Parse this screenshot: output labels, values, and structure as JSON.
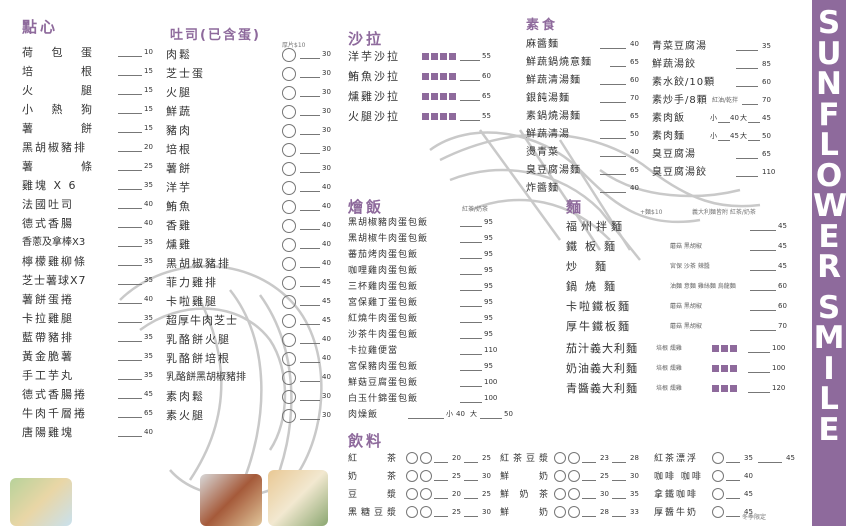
{
  "brand": {
    "vertical_title": "SUNFLOWER SMILE"
  },
  "colors": {
    "accent": "#8e6a9c",
    "band": "#8e6a9c",
    "text": "#333333"
  },
  "sections": {
    "snacks": {
      "heading": "點心",
      "items": [
        {
          "name": "荷包蛋",
          "price": "10"
        },
        {
          "name": "培根",
          "price": "15"
        },
        {
          "name": "火腿",
          "price": "15"
        },
        {
          "name": "小熱狗",
          "price": "15"
        },
        {
          "name": "薯餅",
          "price": "15"
        },
        {
          "name": "黑胡椒豬排",
          "price": "20"
        },
        {
          "name": "薯條",
          "price": "25"
        },
        {
          "name": "雞塊 X 6",
          "price": "35"
        },
        {
          "name": "法國吐司",
          "price": "40"
        },
        {
          "name": "德式香腸",
          "price": "40"
        },
        {
          "name": "香蔥及拿棒X3",
          "price": "35"
        },
        {
          "name": "檸檬雞柳條",
          "price": "35"
        },
        {
          "name": "芝士薯球X7",
          "price": "35"
        },
        {
          "name": "薯餅蛋捲",
          "price": "40"
        },
        {
          "name": "卡拉雞腿",
          "price": "35"
        },
        {
          "name": "藍帶豬排",
          "price": "35"
        },
        {
          "name": "黃金脆薯",
          "price": "35"
        },
        {
          "name": "手工芋丸",
          "price": "35"
        },
        {
          "name": "德式香腸捲",
          "price": "45"
        },
        {
          "name": "牛肉千層捲",
          "price": "65"
        },
        {
          "name": "唐陽雞塊",
          "price": "40"
        }
      ]
    },
    "toast": {
      "heading": "吐司(已含蛋)",
      "note": "厚片$10",
      "items": [
        {
          "name": "肉鬆",
          "price": "30"
        },
        {
          "name": "芝士蛋",
          "price": "30"
        },
        {
          "name": "火腿",
          "price": "30"
        },
        {
          "name": "鮮蔬",
          "price": "30"
        },
        {
          "name": "豬肉",
          "price": "30"
        },
        {
          "name": "培根",
          "price": "30"
        },
        {
          "name": "薯餅",
          "price": "30"
        },
        {
          "name": "洋芋",
          "price": "40"
        },
        {
          "name": "鮪魚",
          "price": "40"
        },
        {
          "name": "香雞",
          "price": "40"
        },
        {
          "name": "燻雞",
          "price": "40"
        },
        {
          "name": "黑胡椒豬排",
          "price": "40"
        },
        {
          "name": "菲力雞排",
          "price": "45"
        },
        {
          "name": "卡啦雞腿",
          "price": "45"
        },
        {
          "name": "超厚牛肉芝士",
          "price": "45"
        },
        {
          "name": "乳酪餅火腿",
          "price": "40"
        },
        {
          "name": "乳酪餅培根",
          "price": "40"
        },
        {
          "name": "乳酪餅黑胡椒豬排",
          "price": "40"
        },
        {
          "name": "素肉鬆",
          "price": "30"
        },
        {
          "name": "素火腿",
          "price": "30"
        }
      ]
    },
    "salad": {
      "heading": "沙拉",
      "items": [
        {
          "name": "洋芋沙拉",
          "price": "55"
        },
        {
          "name": "鮪魚沙拉",
          "price": "60"
        },
        {
          "name": "燻雞沙拉",
          "price": "65"
        },
        {
          "name": "火腿沙拉",
          "price": "55"
        }
      ]
    },
    "rice": {
      "heading": "燴飯",
      "note": "紅茶/奶茶",
      "items": [
        {
          "name": "黑胡椒豬肉蛋包飯",
          "price": "95"
        },
        {
          "name": "黑胡椒牛肉蛋包飯",
          "price": "95"
        },
        {
          "name": "蕃茄烤肉蛋包飯",
          "price": "95"
        },
        {
          "name": "咖哩雞肉蛋包飯",
          "price": "95"
        },
        {
          "name": "三杯雞肉蛋包飯",
          "price": "95"
        },
        {
          "name": "宮保雞丁蛋包飯",
          "price": "95"
        },
        {
          "name": "紅燒牛肉蛋包飯",
          "price": "95"
        },
        {
          "name": "沙茶牛肉蛋包飯",
          "price": "95"
        },
        {
          "name": "卡拉雞便當",
          "price": "110"
        },
        {
          "name": "宮保豬肉蛋包飯",
          "price": "95"
        },
        {
          "name": "鮮菇豆腐蛋包飯",
          "price": "100"
        },
        {
          "name": "白玉什錦蛋包飯",
          "price": "100"
        },
        {
          "name": "肉燥飯",
          "price_small": "40",
          "price_large": "50",
          "small_label": "小",
          "large_label": "大"
        }
      ]
    },
    "vegetarian": {
      "heading": "素食",
      "left": [
        {
          "name": "麻醬麵",
          "price": "40"
        },
        {
          "name": "鮮蔬鍋燒意麵",
          "price": "65"
        },
        {
          "name": "鮮蔬清湯麵",
          "price": "60"
        },
        {
          "name": "銀飩湯麵",
          "price": "70"
        },
        {
          "name": "素鍋燒湯麵",
          "price": "65"
        },
        {
          "name": "鮮蔬清湯",
          "price": "50"
        },
        {
          "name": "燙青菜",
          "price": "40"
        },
        {
          "name": "臭豆腐湯麵",
          "price": "65"
        },
        {
          "name": "炸醬麵",
          "price": "40"
        }
      ],
      "right": [
        {
          "name": "青菜豆腐湯",
          "price": "35"
        },
        {
          "name": "鮮蔬湯餃",
          "price": "85"
        },
        {
          "name": "素水餃/10顆",
          "price": "60"
        },
        {
          "name": "素炒手/8顆",
          "price": "70",
          "sub": "紅油/乾拌"
        },
        {
          "name": "素肉飯",
          "price": "45",
          "small_label": "小",
          "small_price": "40",
          "large_label": "大"
        },
        {
          "name": "素肉麵",
          "price": "50",
          "small_label": "小",
          "small_price": "45",
          "large_label": "大"
        },
        {
          "name": "臭豆腐湯",
          "price": "65"
        },
        {
          "name": "臭豆腐湯餃",
          "price": "110"
        }
      ]
    },
    "noodles": {
      "heading": "麵",
      "note_left": "+麵$10",
      "note_right": "義大利麵皆附 紅茶/奶茶",
      "items": [
        {
          "name": "福州拌麵",
          "opts": "",
          "price": "45"
        },
        {
          "name": "鐵板麵",
          "opts": "蘑菇 黑胡椒",
          "price": "45"
        },
        {
          "name": "炒麵",
          "opts": "宮保 沙茶 辣醬",
          "price": "45"
        },
        {
          "name": "鍋燒麵",
          "opts": "油麵 意麵 雞絲麵 烏龍麵",
          "price": "60"
        },
        {
          "name": "卡啦鐵板麵",
          "opts": "蘑菇 黑胡椒",
          "price": "60"
        },
        {
          "name": "厚牛鐵板麵",
          "opts": "蘑菇 黑胡椒",
          "price": "70"
        },
        {
          "name": "茄汁義大利麵",
          "opts": "培根 燻雞",
          "price": "100"
        },
        {
          "name": "奶油義大利麵",
          "opts": "培根 燻雞",
          "price": "100"
        },
        {
          "name": "青醬義大利麵",
          "opts": "培根 燻雞",
          "price": "120"
        }
      ]
    },
    "drinks": {
      "heading": "飲料",
      "col1": [
        {
          "name": "紅茶",
          "a": "20",
          "b": "25"
        },
        {
          "name": "奶茶",
          "a": "25",
          "b": "30"
        },
        {
          "name": "豆漿",
          "a": "20",
          "b": "25"
        },
        {
          "name": "黑糖豆漿",
          "a": "25",
          "b": "30"
        }
      ],
      "col2": [
        {
          "name": "紅茶豆漿",
          "a": "23",
          "b": "28"
        },
        {
          "name": "鮮奶",
          "a": "25",
          "b": "30"
        },
        {
          "name": "鮮奶茶",
          "a": "30",
          "b": "35"
        },
        {
          "name": "鮮奶",
          "a": "28",
          "b": "33"
        }
      ],
      "col3": [
        {
          "name": "紅茶漂浮",
          "a": "35",
          "b": "45"
        },
        {
          "name": "咖啡 咖啡",
          "a": "40",
          "b": ""
        },
        {
          "name": "拿鐵咖啡",
          "a": "45",
          "b": ""
        },
        {
          "name": "厚醬牛奶",
          "a": "45",
          "b": ""
        }
      ],
      "note": "冬季限定"
    }
  }
}
